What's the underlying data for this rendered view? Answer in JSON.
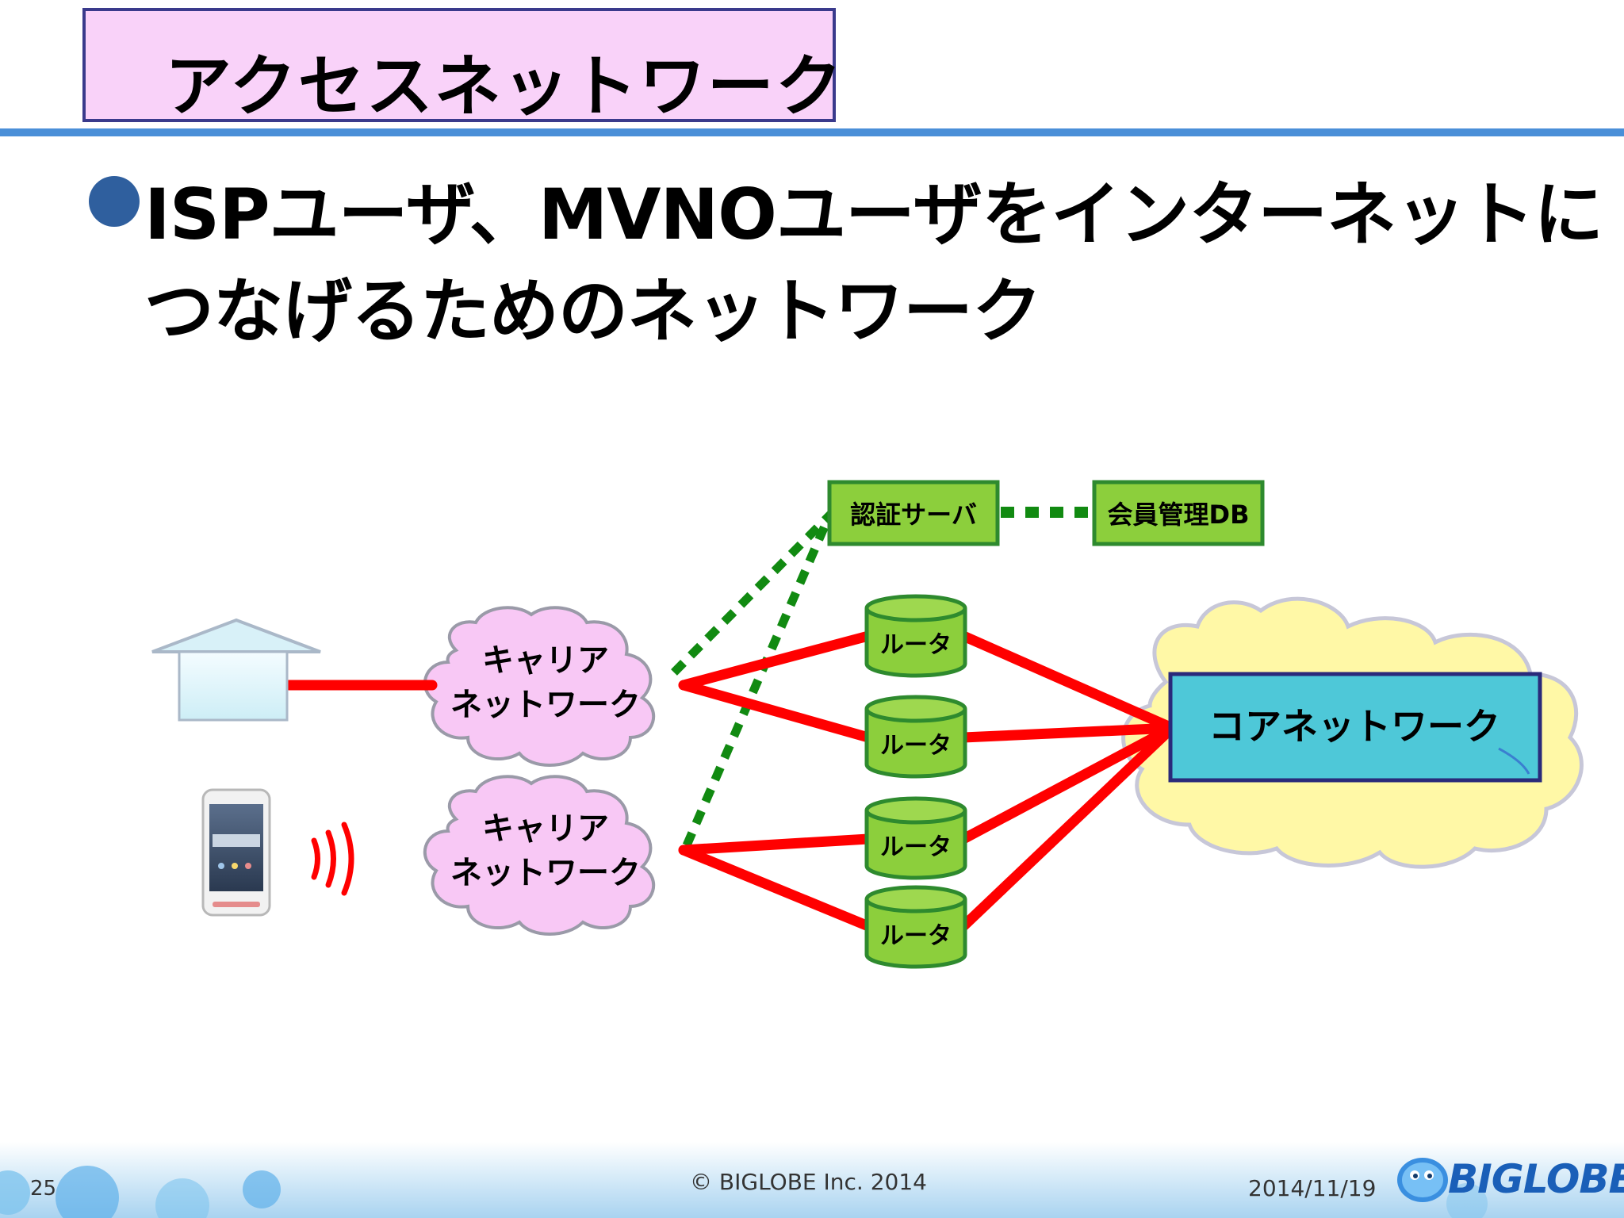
{
  "slide": {
    "title": "アクセスネットワーク",
    "bullet_line1": "ISPユーザ、MVNOユーザをインターネットに",
    "bullet_line2": "つなげるためのネットワーク"
  },
  "diagram": {
    "carrier_network_1": [
      "キャリア",
      "ネットワーク"
    ],
    "carrier_network_2": [
      "キャリア",
      "ネットワーク"
    ],
    "auth_server": "認証サーバ",
    "member_db": "会員管理DB",
    "router_label": "ルータ",
    "core_network": "コアネットワーク"
  },
  "footer": {
    "page_number": "25",
    "copyright": "© BIGLOBE Inc. 2014",
    "date": "2014/11/19",
    "logo": "BIGLOBE"
  },
  "colors": {
    "title_bg": "#f9d2f9",
    "divider": "#4a8fd8",
    "link_red": "#ff0000",
    "dotted_green": "#118a11",
    "router_green": "#8ccf3c",
    "cloud_pink": "#f8c8f5",
    "cloud_yellow": "#fff8a6",
    "core_cyan": "#4ec8d8"
  }
}
